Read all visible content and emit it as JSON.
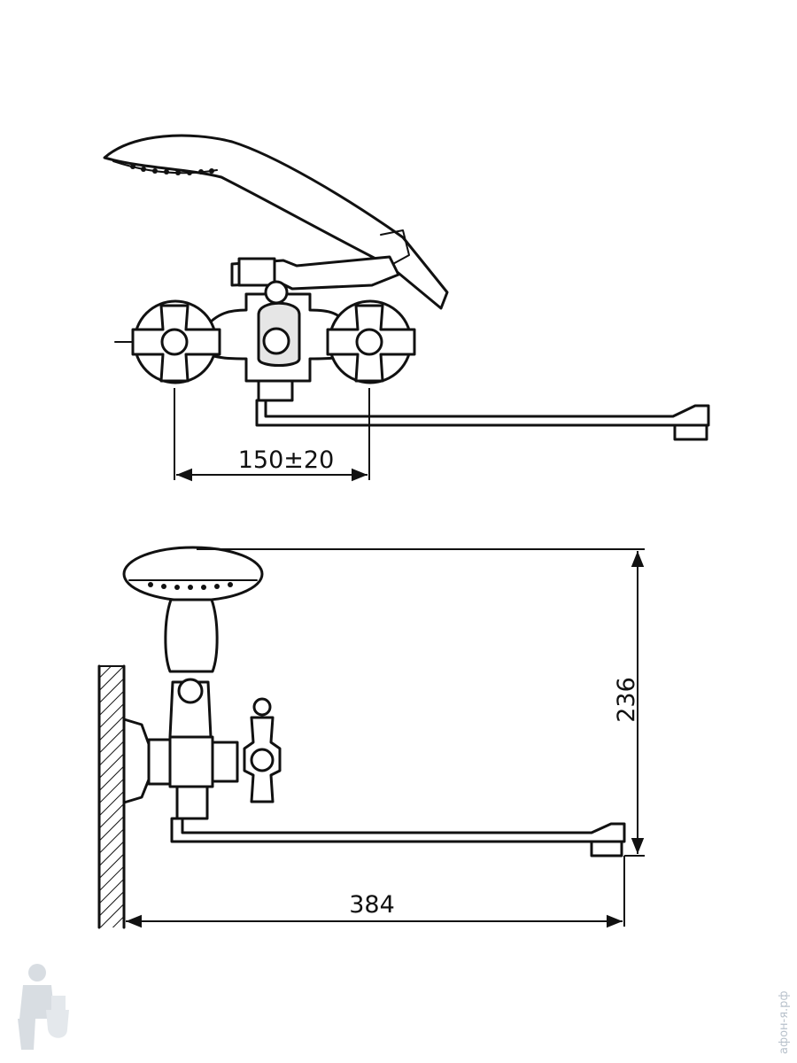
{
  "diagram": {
    "dimensions": {
      "handle_spacing": "150±20",
      "height": "236",
      "length": "384"
    },
    "watermark": {
      "text": "афон-я.рф",
      "logo": "plumber-mascot-icon"
    },
    "colors": {
      "line": "#111111",
      "background": "#ffffff",
      "watermark": "#b9c2cc"
    }
  }
}
